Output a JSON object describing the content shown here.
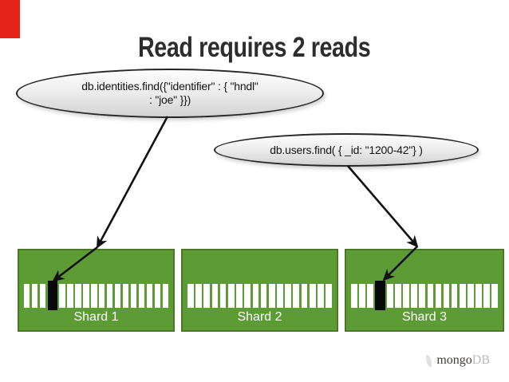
{
  "slide": {
    "title": "Read requires 2 reads"
  },
  "callouts": {
    "identities": {
      "line1": "db.identities.find({\"identifier\" : { \"hndl\"",
      "line2": ": \"joe\" }})"
    },
    "users": {
      "text": "db.users.find( { _id: \"1200-42\"} )"
    }
  },
  "shards": [
    {
      "label": "Shard 1",
      "chunks": 18,
      "highlighted_chunk_index": 3
    },
    {
      "label": "Shard 2",
      "chunks": 18,
      "highlighted_chunk_index": null
    },
    {
      "label": "Shard 3",
      "chunks": 18,
      "highlighted_chunk_index": 3
    }
  ],
  "arrows": [
    {
      "name": "identities-query-to-shard1",
      "from": "identities-callout",
      "to": "shard-1-highlighted-chunk"
    },
    {
      "name": "users-query-to-shard3",
      "from": "users-callout",
      "to": "shard-3-highlighted-chunk"
    }
  ],
  "logo": {
    "brand": "mongo",
    "suffix": "DB"
  },
  "colors": {
    "accent_red": "#e5231b",
    "title_text": "#2d2d2d",
    "callout_border": "#262626",
    "shard_fill": "#5d9b35",
    "shard_border": "#4a7827",
    "chunk": "#ffffff",
    "chunk_highlight": "#0a0a0a",
    "shard_label_text": "#ffffff",
    "arrow": "#111111",
    "logo_brand": "#45403a",
    "logo_suffix": "#b9b9b9"
  }
}
